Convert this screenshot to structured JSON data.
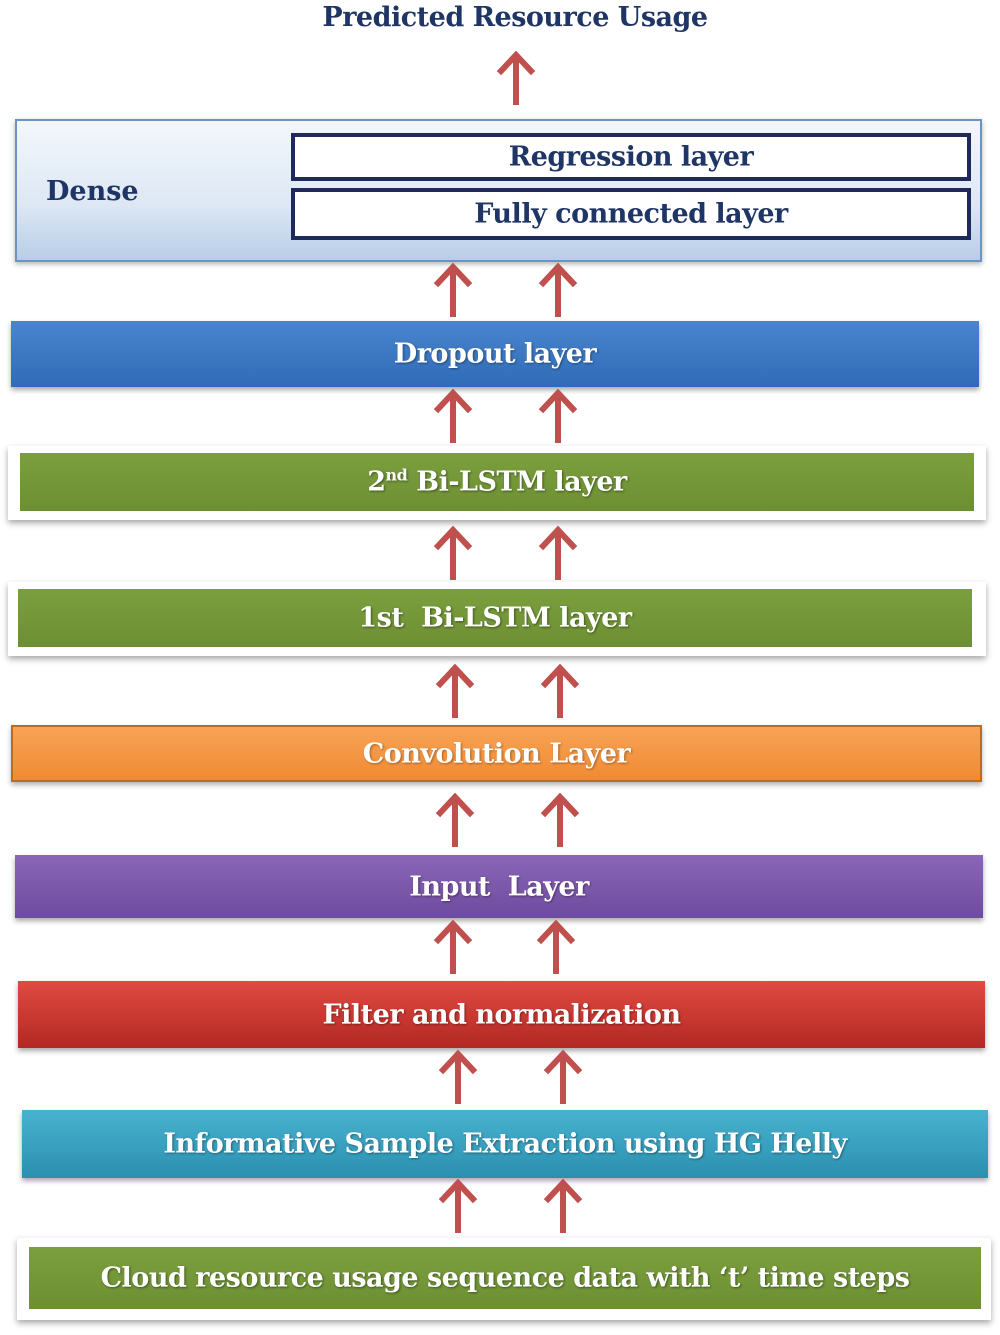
{
  "output_label": "Predicted Resource Usage",
  "dense": {
    "label": "Dense",
    "regression": "Regression layer",
    "fully_connected": "Fully connected layer"
  },
  "layers": {
    "dropout": "Dropout layer",
    "bilstm2_ordinal": "2",
    "bilstm2_sup": "nd",
    "bilstm2_rest": " Bi-LSTM layer",
    "bilstm1": "1st  Bi-LSTM layer",
    "convolution": "Convolution Layer",
    "input": "Input  Layer",
    "filter": "Filter and normalization",
    "extraction": "Informative Sample Extraction using HG Helly",
    "data": "Cloud resource usage sequence data with ‘t’ time steps"
  },
  "colors": {
    "arrow": "#c0504d",
    "green": "#76983a",
    "dropout": "#3a78c2",
    "convolution": "#f79646",
    "input": "#7d5aad",
    "filter": "#c9312b",
    "extraction": "#33a0c0",
    "dense_border": "#6a93c8",
    "title_text": "#1f3566"
  }
}
